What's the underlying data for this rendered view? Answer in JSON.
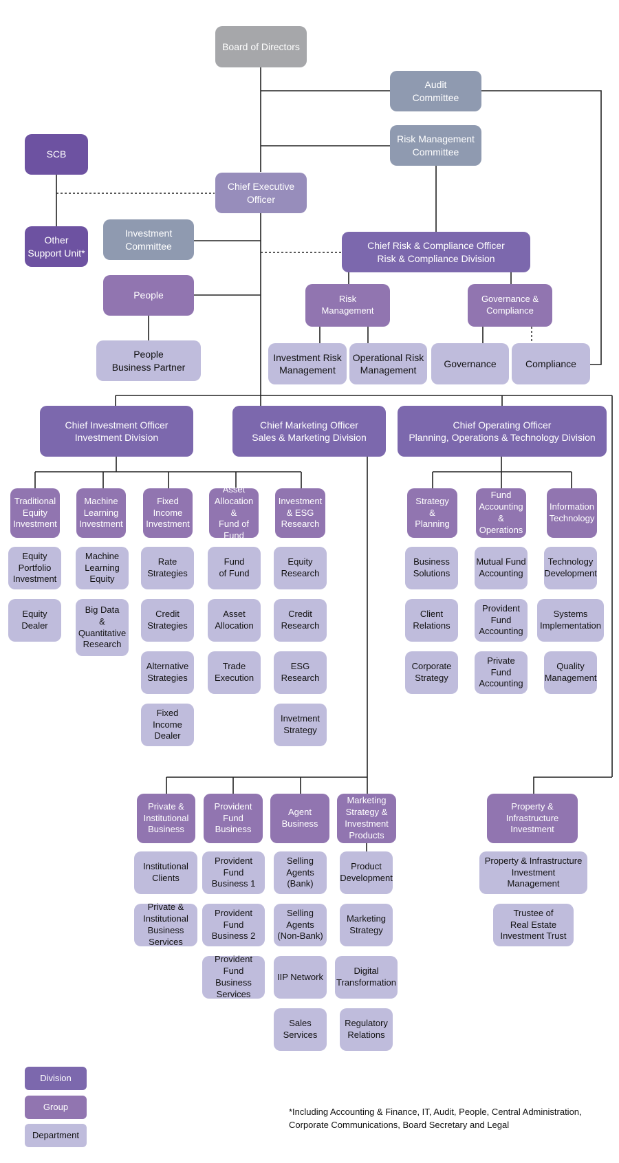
{
  "colors": {
    "board": "#a6a7aa",
    "committee": "#8f9ab0",
    "ceo": "#978dbb",
    "scb": "#6d52a1",
    "division": "#7c68ad",
    "group": "#9175b0",
    "department": "#bfbcdc",
    "line": "#222222"
  },
  "top": {
    "board": "Board of Directors",
    "audit_committee": "Audit\nCommittee",
    "risk_committee": "Risk Management\nCommittee",
    "ceo": "Chief Executive\nOfficer",
    "scb": "SCB",
    "other_support": "Other\nSupport Unit*",
    "investment_committee": "Investment\nCommittee",
    "people": "People",
    "people_bp": "People\nBusiness Partner"
  },
  "risk_division": {
    "title": "Chief Risk & Compliance Officer\nRisk & Compliance Division",
    "groups": [
      {
        "label": "Risk\nManagement",
        "departments": [
          "Investment Risk\nManagement",
          "Operational Risk\nManagement"
        ]
      },
      {
        "label": "Governance &\nCompliance",
        "departments": [
          "Governance",
          "Compliance"
        ]
      }
    ]
  },
  "investment_division": {
    "title": "Chief Investment Officer\nInvestment Division",
    "groups": [
      {
        "label": "Traditional\nEquity\nInvestment",
        "departments": [
          "Equity\nPortfolio\nInvestment",
          "Equity\nDealer"
        ]
      },
      {
        "label": "Machine\nLearning\nInvestment",
        "departments": [
          "Machine\nLearning\nEquity",
          "Big Data\n&\nQuantitative\nResearch"
        ]
      },
      {
        "label": "Fixed\nIncome\nInvestment",
        "departments": [
          "Rate\nStrategies",
          "Credit\nStrategies",
          "Alternative\nStrategies",
          "Fixed\nIncome\nDealer"
        ]
      },
      {
        "label": "Asset\nAllocation &\nFund of\nFund",
        "departments": [
          "Fund\nof Fund",
          "Asset\nAllocation",
          "Trade\nExecution"
        ]
      },
      {
        "label": "Investment\n& ESG\nResearch",
        "departments": [
          "Equity\nResearch",
          "Credit\nResearch",
          "ESG\nResearch",
          "Invetment\nStrategy"
        ]
      }
    ]
  },
  "marketing_division": {
    "title": "Chief Marketing Officer\nSales & Marketing Division",
    "groups": [
      {
        "label": "Private &\nInstitutional\nBusiness",
        "departments": [
          "Institutional\nClients",
          "Private &\nInstitutional\nBusiness\nServices"
        ]
      },
      {
        "label": "Provident\nFund\nBusiness",
        "departments": [
          "Provident\nFund\nBusiness 1",
          "Provident\nFund\nBusiness 2",
          "Provident\nFund\nBusiness\nServices"
        ]
      },
      {
        "label": "Agent\nBusiness",
        "departments": [
          "Selling\nAgents\n(Bank)",
          "Selling\nAgents\n(Non-Bank)",
          "IIP Network",
          "Sales\nServices"
        ]
      },
      {
        "label": "Marketing\nStrategy &\nInvestment\nProducts",
        "departments": [
          "Product\nDevelopment",
          "Marketing\nStrategy",
          "Digital\nTransformation",
          "Regulatory\nRelations"
        ]
      }
    ]
  },
  "operations_division": {
    "title": "Chief Operating Officer\nPlanning, Operations & Technology Division",
    "groups": [
      {
        "label": "Strategy\n&\nPlanning",
        "departments": [
          "Business\nSolutions",
          "Client\nRelations",
          "Corporate\nStrategy"
        ]
      },
      {
        "label": "Fund\nAccounting\n& Operations",
        "departments": [
          "Mutual Fund\nAccounting",
          "Provident\nFund\nAccounting",
          "Private Fund\nAccounting"
        ]
      },
      {
        "label": "Information\nTechnology",
        "departments": [
          "Technology\nDevelopment",
          "Systems\nImplementation",
          "Quality\nManagement"
        ]
      }
    ]
  },
  "property": {
    "label": "Property &\nInfrastructure\nInvestment",
    "departments": [
      "Property & Infrastructure\nInvestment\nManagement",
      "Trustee of\nReal Estate\nInvestment Trust"
    ]
  },
  "legend": {
    "division": "Division",
    "group": "Group",
    "department": "Department"
  },
  "footnote": "*Including Accounting & Finance, IT, Audit, People, Central Administration,\n  Corporate Communications, Board Secretary and Legal"
}
